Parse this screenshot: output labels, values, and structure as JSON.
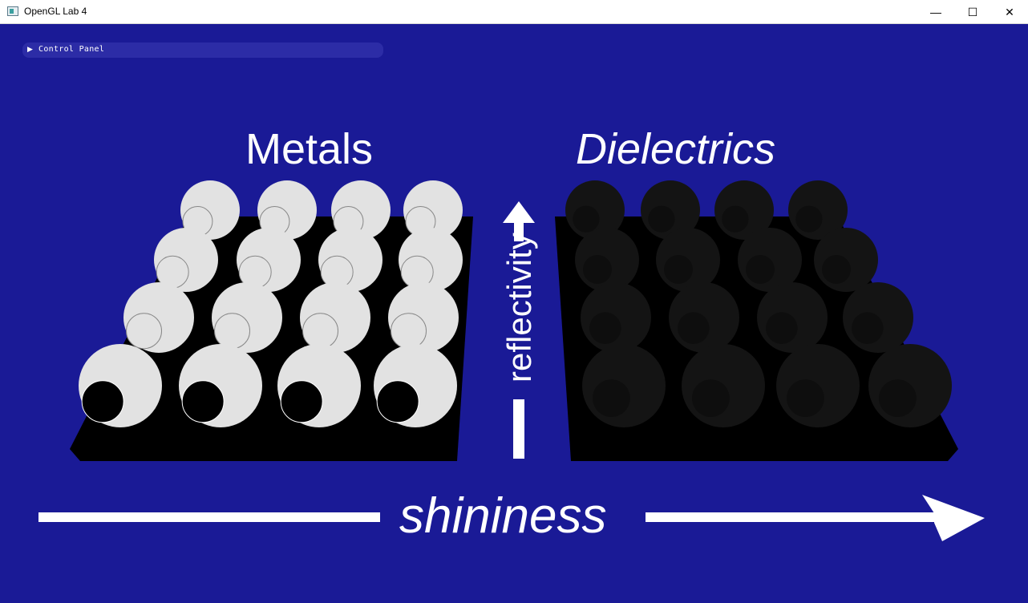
{
  "window": {
    "title": "OpenGL Lab 4",
    "minimize_symbol": "—",
    "maximize_symbol": "☐",
    "close_symbol": "✕"
  },
  "control_panel": {
    "label": "Control Panel",
    "arrow": "▶"
  },
  "scene": {
    "metals_label": "Metals",
    "dielectrics_label": "Dielectrics",
    "reflectivity_label": "reflectivity",
    "shininess_label": "shininess",
    "colors": {
      "background": "#1a1a96",
      "metal_sphere": "#e2e2e2",
      "dielectric_sphere": "#141414",
      "platform": "#000000",
      "arrow": "#ffffff"
    }
  }
}
